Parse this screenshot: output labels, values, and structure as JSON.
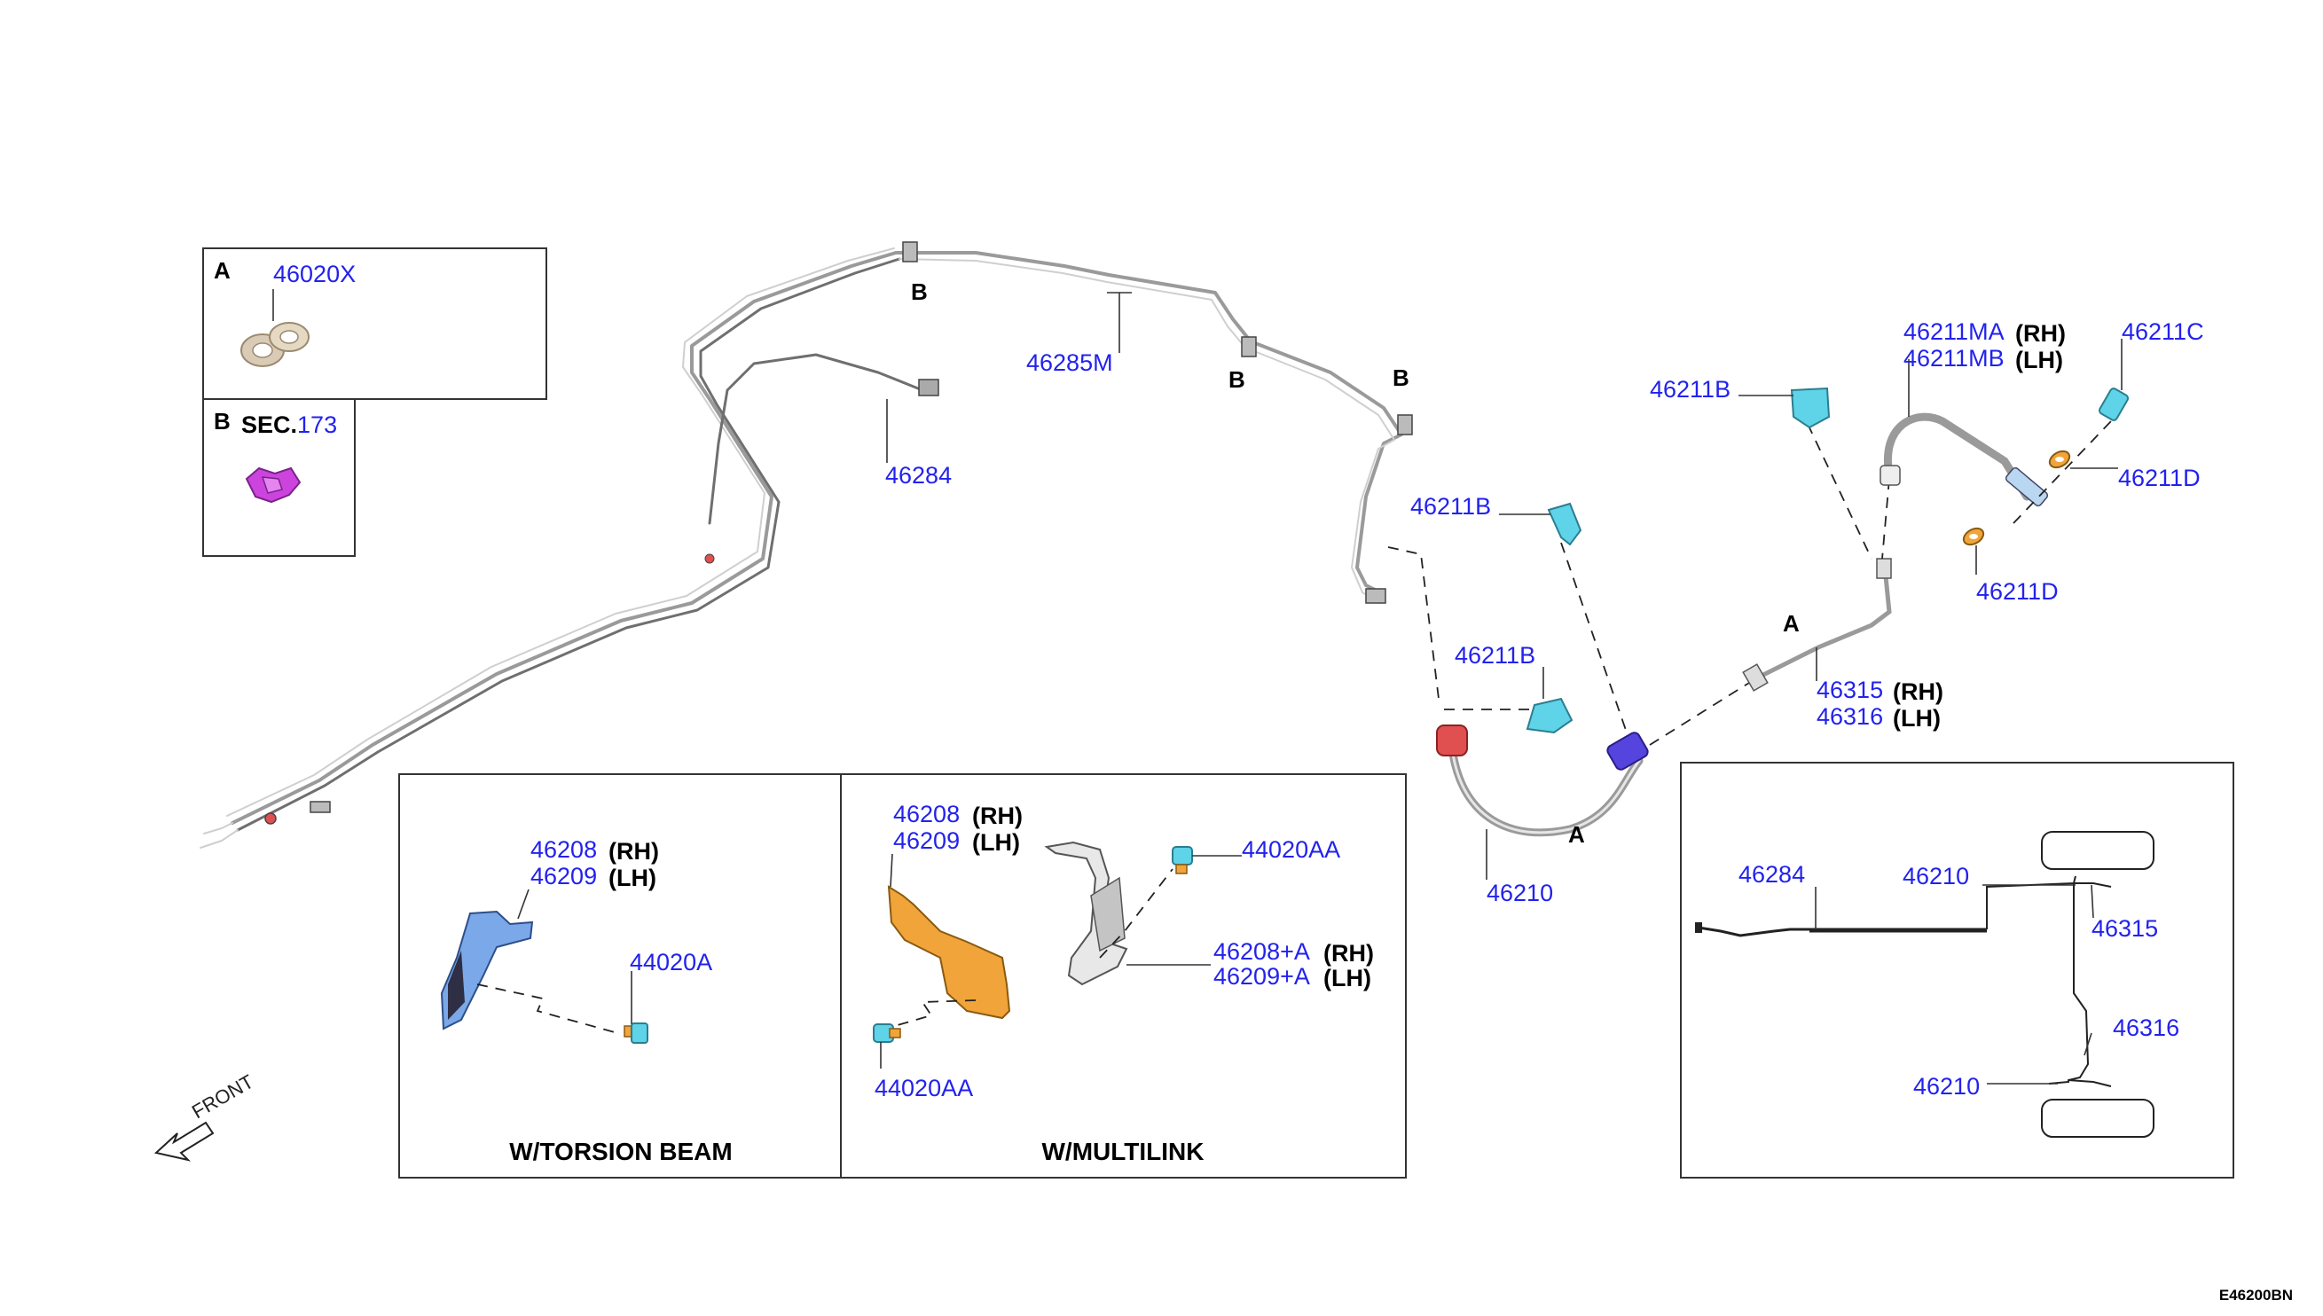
{
  "inset_a": {
    "letter": "A",
    "part": "46020X"
  },
  "inset_b": {
    "letter": "B",
    "sec_prefix": "SEC.",
    "sec_num": "173"
  },
  "main": {
    "b_marks": [
      "B",
      "B",
      "B"
    ],
    "a_marks": [
      "A",
      "A"
    ],
    "p46285M": "46285M",
    "p46284": "46284",
    "p46211B": "46211B",
    "p46210": "46210",
    "p46211MA": "46211MA",
    "p46211MB": "46211MB",
    "p46211C": "46211C",
    "p46211D": "46211D",
    "p46315": "46315",
    "p46316": "46316",
    "rh": "(RH)",
    "lh": "(LH)"
  },
  "torsion": {
    "p46208": "46208",
    "p46209": "46209",
    "p44020A": "44020A",
    "title": "W/TORSION BEAM"
  },
  "multilink": {
    "p46208": "46208",
    "p46209": "46209",
    "p44020AA": "44020AA",
    "p46208A": "46208+A",
    "p46209A": "46209+A",
    "title": "W/MULTILINK"
  },
  "overview": {
    "p46284": "46284",
    "p46210": "46210",
    "p46315": "46315",
    "p46316": "46316"
  },
  "front": "FRONT",
  "diagram_code": "E46200BN",
  "colors": {
    "label_blue": "#2222ee",
    "pipe_gray": "#9a9a9a",
    "clip_cyan": "#5fd3e8",
    "bracket_orange": "#f0a43a",
    "fitting_red": "#e05050",
    "fitting_purple": "#5544dd",
    "clip_magenta": "#cc44dd",
    "bracket_blue": "#7aa8e8"
  }
}
